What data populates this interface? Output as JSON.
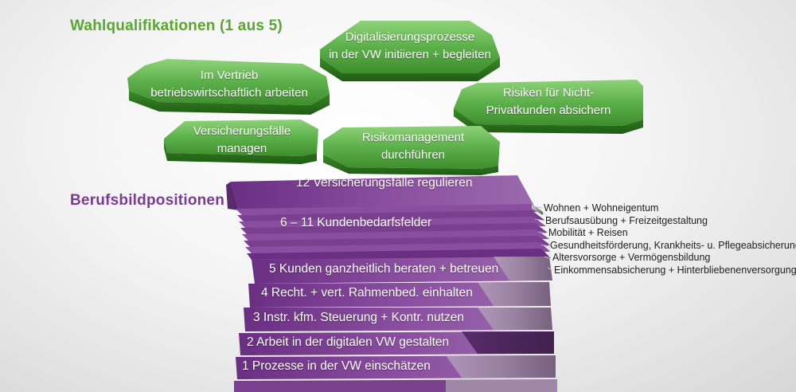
{
  "headings": {
    "elective": "Wahlqualifikationen (1 aus 5)",
    "core": "Berufsbildpositionen"
  },
  "electives": [
    {
      "line1": "Digitalisierungsprozesse",
      "line2": "in der VW initiieren + begleiten"
    },
    {
      "line1": "Im Vertrieb",
      "line2": "betriebswirtschaftlich arbeiten"
    },
    {
      "line1": "Risiken für Nicht-",
      "line2": "Privatkunden absichern"
    },
    {
      "line1": "Versicherungsfälle",
      "line2": "managen"
    },
    {
      "line1": "Risikomanagement",
      "line2": "durchführen"
    }
  ],
  "layers": [
    {
      "label": "12 Versicherungsfälle regulieren"
    },
    {
      "label": "6 – 11 Kundenbedarfsfelder"
    },
    {
      "label": "5 Kunden ganzheitlich beraten + betreuen"
    },
    {
      "label": "4 Recht. + vert. Rahmenbed. einhalten"
    },
    {
      "label": "3 Instr. kfm. Steuerung + Kontr. nutzen"
    },
    {
      "label": "2 Arbeit in der digitalen VW gestalten"
    },
    {
      "label": "1 Prozesse in der VW einschätzen"
    }
  ],
  "needs_fields": [
    "Wohnen + Wohneigentum",
    "Berufsausübung + Freizeitgestaltung",
    "Mobilität + Reisen",
    "Gesundheitsförderung, Krankheits- u. Pflegeabsicherung",
    "Altersvorsorge + Vermögensbildung",
    "Einkommensabsicherung + Hinterbliebenenversorgung"
  ],
  "colors": {
    "green_top": "#5cb04a",
    "green_side": "#2f7a1f",
    "purple_top": "#7a3f8f",
    "purple_side": "#4a1f5c",
    "green_heading": "#5aa630",
    "purple_heading": "#7b3a96"
  }
}
